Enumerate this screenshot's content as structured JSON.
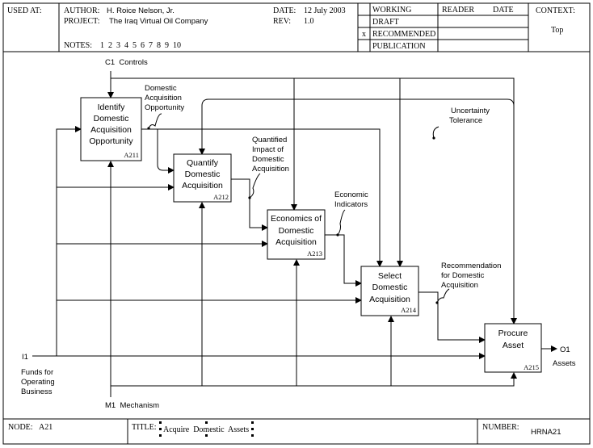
{
  "header": {
    "used_at_label": "USED AT:",
    "author_label": "AUTHOR:",
    "author": "H. Roice Nelson, Jr.",
    "project_label": "PROJECT:",
    "project": "The Iraq Virtual Oil Company",
    "notes_label": "NOTES:",
    "notes": "1  2  3  4  5  6  7  8  9  10",
    "date_label": "DATE:",
    "date": "12 July 2003",
    "rev_label": "REV:",
    "rev": "1.0",
    "status": [
      "WORKING",
      "DRAFT",
      "RECOMMENDED",
      "PUBLICATION"
    ],
    "status_mark": "x",
    "reader_label": "READER",
    "reader_date_label": "DATE",
    "context_label": "CONTEXT:",
    "context": "Top"
  },
  "diagram": {
    "boxes": [
      {
        "lines": [
          "Identify",
          "Domestic",
          "Acquisition",
          "Opportunity"
        ],
        "id": "A211"
      },
      {
        "lines": [
          "Quantify",
          "Domestic",
          "Acquisition"
        ],
        "id": "A212"
      },
      {
        "lines": [
          "Economics of",
          "Domestic",
          "Acquisition"
        ],
        "id": "A213"
      },
      {
        "lines": [
          "Select",
          "Domestic",
          "Acquisition"
        ],
        "id": "A214"
      },
      {
        "lines": [
          "Procure",
          "Asset"
        ],
        "id": "A215"
      }
    ],
    "labels": {
      "controls": "C1  Controls",
      "mechanism": "M1  Mechanism",
      "input_code": "I1",
      "input_name": [
        "Funds for",
        "Operating",
        "Business"
      ],
      "output_code": "O1",
      "output_name": "Assets",
      "domestic_opp": [
        "Domestic",
        "Acquisition",
        "Opportunity"
      ],
      "uncertainty": [
        "Uncertainty",
        "Tolerance"
      ],
      "quantified": [
        "Quantified",
        "Impact of",
        "Domestic",
        "Acquisition"
      ],
      "economic": [
        "Economic",
        "Indicators"
      ],
      "recommendation": [
        "Recommendation",
        "for Domestic",
        "Acquisition"
      ]
    }
  },
  "footer": {
    "node_label": "NODE:",
    "node": "A21",
    "title_label": "TITLE:",
    "title": "Acquire  Domestic  Assets",
    "number_label": "NUMBER:",
    "number": "HRNA21"
  }
}
